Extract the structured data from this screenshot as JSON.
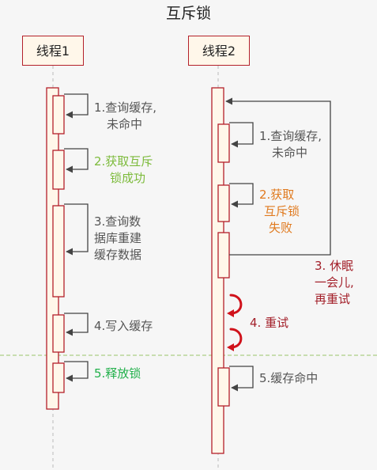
{
  "title": "互斥锁",
  "actors": {
    "thread1": "线程1",
    "thread2": "线程2"
  },
  "thread1_steps": {
    "s1": [
      "1.查询缓存,",
      "未命中"
    ],
    "s2": [
      "2.获取互斥",
      "锁成功"
    ],
    "s3": [
      "3.查询数",
      "据库重建",
      "缓存数据"
    ],
    "s4": "4.写入缓存",
    "s5": "5.释放锁"
  },
  "thread2_steps": {
    "s1": [
      "1.查询缓存,",
      "未命中"
    ],
    "s2": [
      "2.获取",
      "互斥锁",
      "失败"
    ],
    "s3": [
      "3. 休眠",
      "一会儿,",
      "再重试"
    ],
    "s4": "4. 重试",
    "s5": "5.缓存命中"
  },
  "colors": {
    "lifeline_border": "#b4202a",
    "lifeline_fill": "#fff7ea",
    "arrow": "#444444",
    "retry_arrow": "#d0121b",
    "divider": "#9bc46a",
    "step_success": "#7dbb3c",
    "step_fail": "#e07a1f",
    "step_retry": "#a3202a",
    "step_release": "#22b04b"
  }
}
